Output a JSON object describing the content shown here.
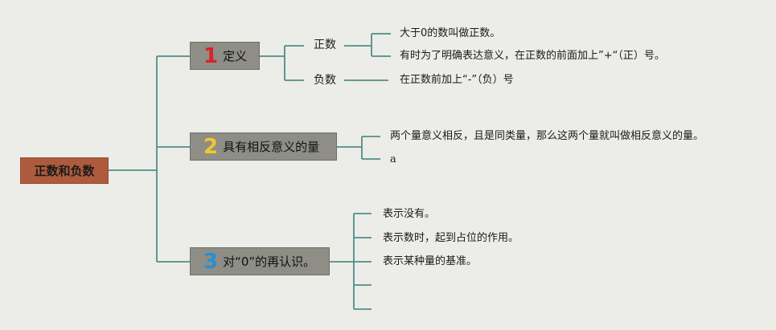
{
  "root": {
    "label": "正数和负数",
    "color": "#ae5a3c"
  },
  "branches": [
    {
      "number": "1",
      "number_color": "#d9222a",
      "label": "定义",
      "children": [
        {
          "label": "正数",
          "items": [
            "大于0的数叫做正数。",
            "有时为了明确表达意义，在正数的前面加上”+“（正）号。"
          ]
        },
        {
          "label": "负数",
          "items": [
            "在正数前加上“-”（负）号"
          ]
        }
      ]
    },
    {
      "number": "2",
      "number_color": "#f3c52f",
      "label": "具有相反意义的量",
      "items": [
        "两个量意义相反，且是同类量，那么这两个量就叫做相反意义的量。",
        "a"
      ]
    },
    {
      "number": "3",
      "number_color": "#2a8fd0",
      "label": "对“0”的再认识。",
      "items": [
        "表示没有。",
        "表示数时，起到占位的作用。",
        "表示某种量的基准。",
        "",
        ""
      ]
    }
  ],
  "colors": {
    "line": "#4f8f88",
    "branch_bg": "#8e8e86",
    "background": "#ecece9"
  }
}
